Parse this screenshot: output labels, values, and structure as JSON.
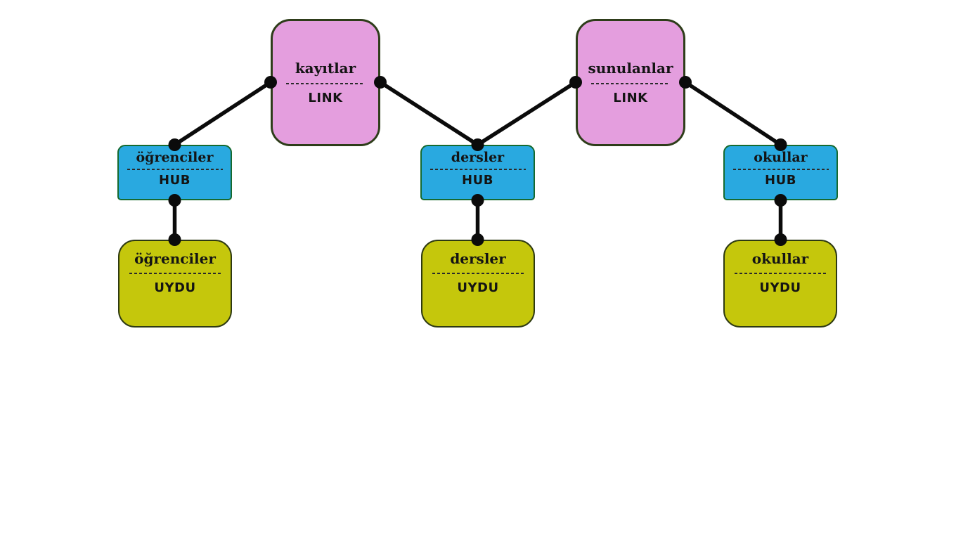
{
  "diagram": {
    "nodes": {
      "kayitlar": {
        "title": "kayıtlar",
        "type": "LINK"
      },
      "sunulanlar": {
        "title": "sunulanlar",
        "type": "LINK"
      },
      "ogrencilerHub": {
        "title": "öğrenciler",
        "type": "HUB"
      },
      "derslerHub": {
        "title": "dersler",
        "type": "HUB"
      },
      "okullarHub": {
        "title": "okullar",
        "type": "HUB"
      },
      "ogrencilerUydu": {
        "title": "öğrenciler",
        "type": "UYDU"
      },
      "derslerUydu": {
        "title": "dersler",
        "type": "UYDU"
      },
      "okullarUydu": {
        "title": "okullar",
        "type": "UYDU"
      }
    },
    "edges": [
      {
        "from": "kayitlar",
        "to": "ogrencilerHub"
      },
      {
        "from": "kayitlar",
        "to": "derslerHub"
      },
      {
        "from": "sunulanlar",
        "to": "derslerHub"
      },
      {
        "from": "sunulanlar",
        "to": "okullarHub"
      },
      {
        "from": "ogrencilerHub",
        "to": "ogrencilerUydu"
      },
      {
        "from": "derslerHub",
        "to": "derslerUydu"
      },
      {
        "from": "okullarHub",
        "to": "okullarUydu"
      }
    ],
    "colors": {
      "link_fill": "#E49EDE",
      "hub_fill": "#29A9E0",
      "uydu_fill": "#C5C70C",
      "link_border": "#2E3D1A",
      "hub_border": "#166A30",
      "uydu_border": "#2E3A12",
      "edge": "#0B0B0B",
      "background": "#FFFFFF"
    }
  }
}
